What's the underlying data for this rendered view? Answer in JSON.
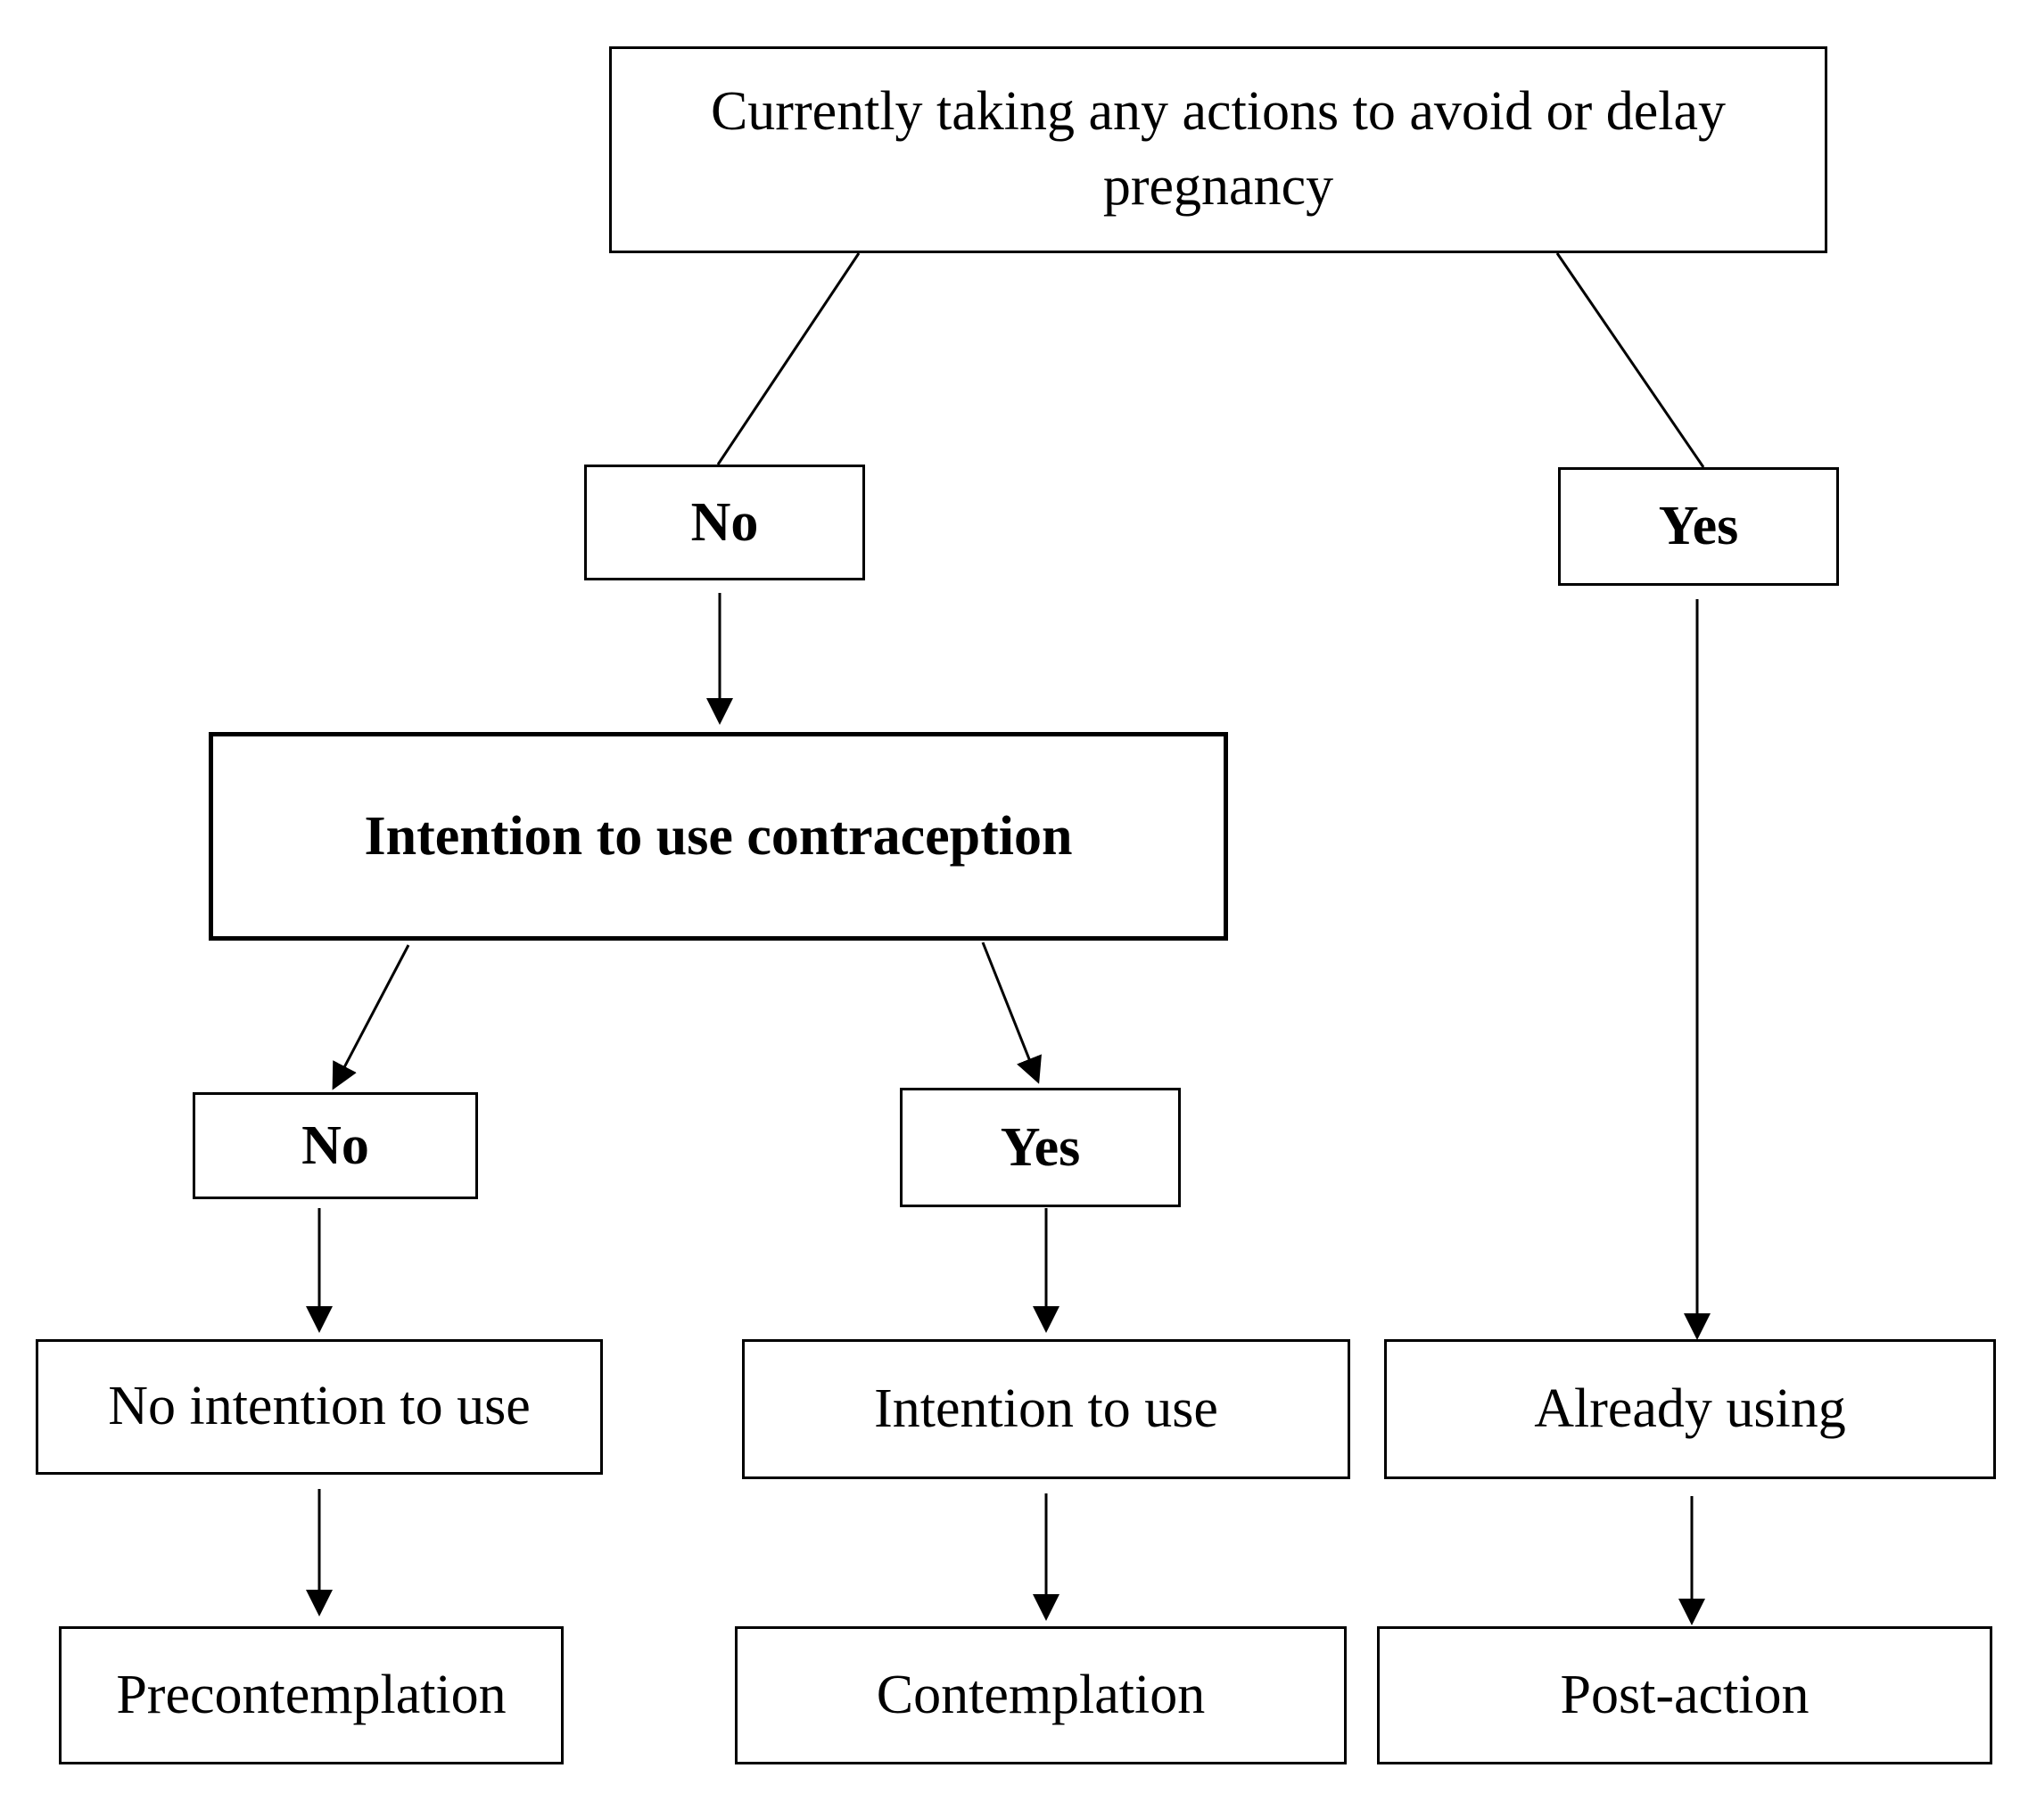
{
  "nodes": {
    "root": "Currently taking any actions to avoid or delay pregnancy",
    "no_top": "No",
    "yes_top": "Yes",
    "intention": "Intention to use contraception",
    "no_mid": "No",
    "yes_mid": "Yes",
    "no_intention": "No intention to use",
    "intention_to_use": "Intention to use",
    "already_using": "Already using",
    "precontemplation": "Precontemplation",
    "contemplation": "Contemplation",
    "post_action": "Post-action"
  },
  "edges": [
    {
      "from": "root",
      "to": "no_top",
      "arrow": false
    },
    {
      "from": "root",
      "to": "yes_top",
      "arrow": false
    },
    {
      "from": "no_top",
      "to": "intention",
      "arrow": true
    },
    {
      "from": "yes_top",
      "to": "already_using",
      "arrow": true
    },
    {
      "from": "intention",
      "to": "no_mid",
      "arrow": true
    },
    {
      "from": "intention",
      "to": "yes_mid",
      "arrow": true
    },
    {
      "from": "no_mid",
      "to": "no_intention",
      "arrow": true
    },
    {
      "from": "yes_mid",
      "to": "intention_to_use",
      "arrow": true
    },
    {
      "from": "no_intention",
      "to": "precontemplation",
      "arrow": true
    },
    {
      "from": "intention_to_use",
      "to": "contemplation",
      "arrow": true
    },
    {
      "from": "already_using",
      "to": "post_action",
      "arrow": true
    }
  ]
}
